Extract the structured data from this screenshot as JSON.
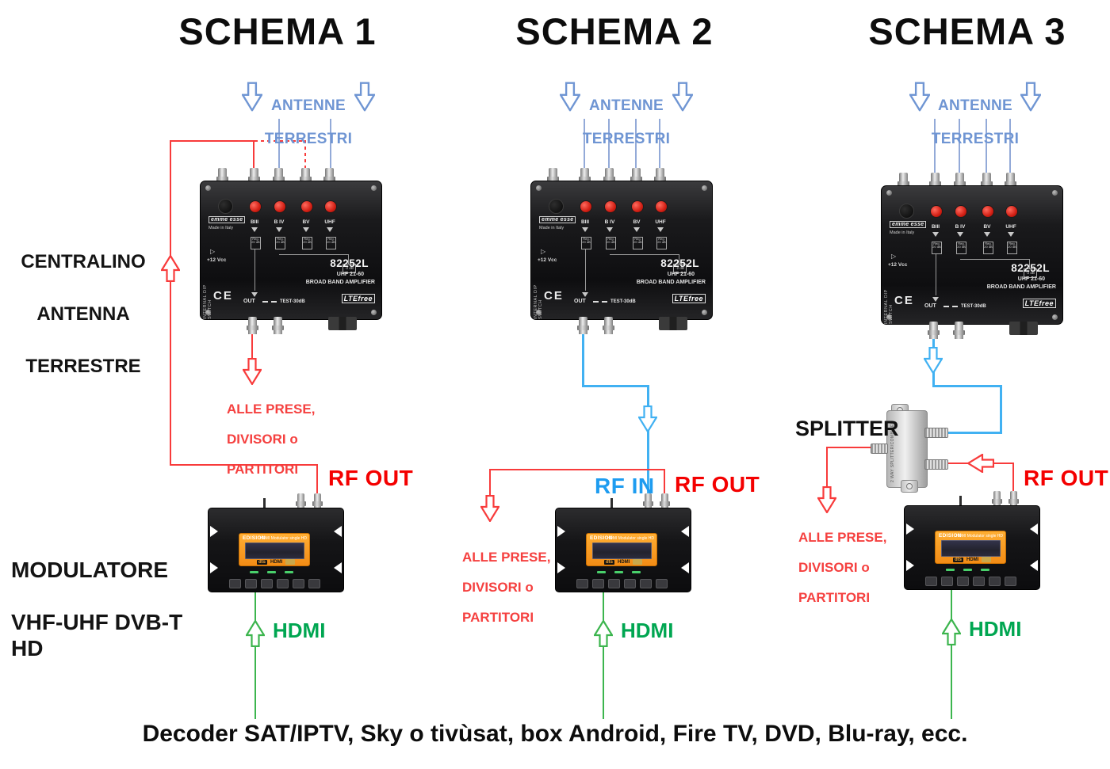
{
  "titles": {
    "schema1": "SCHEMA 1",
    "schema2": "SCHEMA 2",
    "schema3": "SCHEMA 3"
  },
  "antenna": {
    "line1": "ANTENNE",
    "line2": "TERRESTRI"
  },
  "left_labels": {
    "centralino_l1": "CENTRALINO",
    "centralino_l2": "ANTENNA",
    "centralino_l3": "TERRESTRE",
    "modulatore_l1": "MODULATORE",
    "modulatore_l2": "VHF-UHF DVB-T HD"
  },
  "wire_labels": {
    "rf_out": "RF OUT",
    "rf_in": "RF IN",
    "hdmi": "HDMI",
    "splitter": "SPLITTER",
    "alle_prese_l1": "ALLE PRESE,",
    "alle_prese_l2": "DIVISORI o",
    "alle_prese_l3": "PARTITORI"
  },
  "amplifier": {
    "brand": "emme esse",
    "made_in": "Made in Italy",
    "power": "+12 Vcc",
    "power_tri": "▷",
    "inputs": [
      "BIII",
      "B IV",
      "BV",
      "UHF"
    ],
    "reg": "Reg. 20 dB",
    "att": "-2 dB",
    "model": "82252L",
    "range": "UHF 21-60",
    "type": "BROAD BAND AMPLIFIER",
    "out": "OUT",
    "test": "TEST-30dB",
    "lte": "LTEfree",
    "ce": "CE",
    "side_text": "INTERNAL DIP SWITCH"
  },
  "modulator": {
    "brand": "EDISION",
    "model": "HDMI Modulator single HD",
    "logo_dts": "dts",
    "logo_hdmi": "HDMI"
  },
  "splitter_device": {
    "side_text": "2 WAY SPLITTER/COMBINER"
  },
  "bottom_caption": "Decoder SAT/IPTV, Sky o tivùsat, box Android, Fire TV, DVD, Blu-ray, ecc.",
  "colors": {
    "red_wire": "#f83b3b",
    "red_text": "#f40000",
    "alle_red": "#f5403f",
    "steel_blue": "#6f95d3",
    "cyan_wire": "#41b1f2",
    "blue_text": "#1e9cf0",
    "green_wire": "#3cb54e",
    "green_text": "#00a651",
    "orange_panel": "#f7941d"
  }
}
